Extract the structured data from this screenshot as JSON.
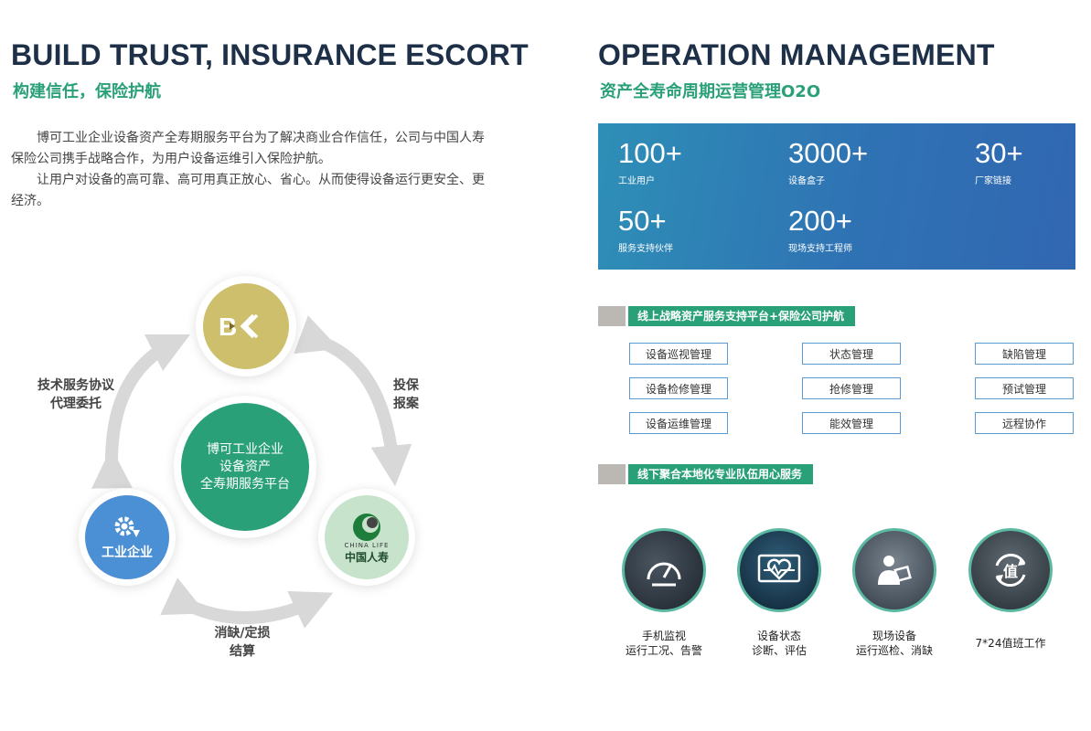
{
  "left": {
    "title_en": "BUILD TRUST, INSURANCE ESCORT",
    "title_cn": "构建信任，保险护航",
    "paragraphs": [
      "博可工业企业设备资产全寿期服务平台为了解决商业合作信任，公司与中国人寿保险公司携手战略合作，为用户设备运维引入保险护航。",
      "让用户对设备的高可靠、高可用真正放心、省心。从而使得设备运行更安全、更经济。"
    ],
    "diagram": {
      "center": [
        "博可工业企业",
        "设备资产",
        "全寿期服务平台"
      ],
      "node_top_logo": "BK",
      "node_left": "工业企业",
      "node_right_logo_en": "CHINA LIFE",
      "node_right_logo_cn": "中国人寿",
      "label_left": [
        "技术服务协议",
        "代理委托"
      ],
      "label_right": [
        "投保",
        "报案"
      ],
      "label_bottom": [
        "消缺/定损",
        "结算"
      ]
    }
  },
  "right": {
    "title_en": "OPERATION MANAGEMENT",
    "title_cn": "资产全寿命周期运营管理O2O",
    "stats": [
      {
        "value": "100+",
        "label": "工业用户"
      },
      {
        "value": "3000+",
        "label": "设备盒子"
      },
      {
        "value": "30+",
        "label": "厂家链接"
      },
      {
        "value": "50+",
        "label": "服务支持伙伴"
      },
      {
        "value": "200+",
        "label": "现场支持工程师"
      }
    ],
    "online_title": "线上战略资产服务支持平台+保险公司护航",
    "modules": [
      "设备巡视管理",
      "状态管理",
      "缺陷管理",
      "设备检修管理",
      "抢修管理",
      "预试管理",
      "设备运维管理",
      "能效管理",
      "远程协作"
    ],
    "offline_title": "线下聚合本地化专业队伍用心服务",
    "services": [
      {
        "line1": "手机监视",
        "line2": "运行工况、告警"
      },
      {
        "line1": "设备状态",
        "line2": "诊断、评估"
      },
      {
        "line1": "现场设备",
        "line2": "运行巡检、消缺"
      },
      {
        "line1": "7*24值班工作",
        "line2": ""
      }
    ],
    "colors": {
      "accent_green": "#2aa079",
      "stats_blue": "#2f72b4",
      "module_border": "#5b9bd5"
    }
  }
}
